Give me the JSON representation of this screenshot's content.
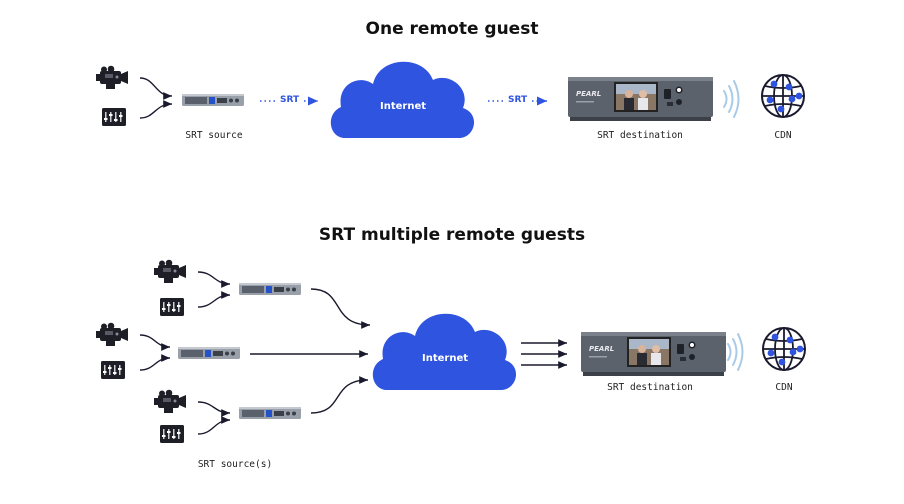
{
  "top": {
    "title": "One remote guest",
    "source_label": "SRT source",
    "link1_label": "SRT",
    "link2_label": "SRT",
    "internet_label": "Internet",
    "destination_label": "SRT destination",
    "cdn_label": "CDN"
  },
  "bottom": {
    "title": "SRT multiple remote guests",
    "sources_label": "SRT source(s)",
    "internet_label": "Internet",
    "destination_label": "SRT destination",
    "cdn_label": "CDN"
  },
  "device": {
    "brand": "PEARL"
  },
  "colors": {
    "cloud": "#2f54e0",
    "arrow": "#1a1a2e",
    "srt_text": "#2f54e0",
    "wifi": "#a9cbe8",
    "globe": "#1a1a2e",
    "globe_dot": "#2f54e0"
  },
  "icons": [
    "video-camera-icon",
    "audio-mixer-icon",
    "encoder-device-icon",
    "cloud-icon",
    "pearl-device-icon",
    "wifi-signal-icon",
    "globe-icon"
  ]
}
